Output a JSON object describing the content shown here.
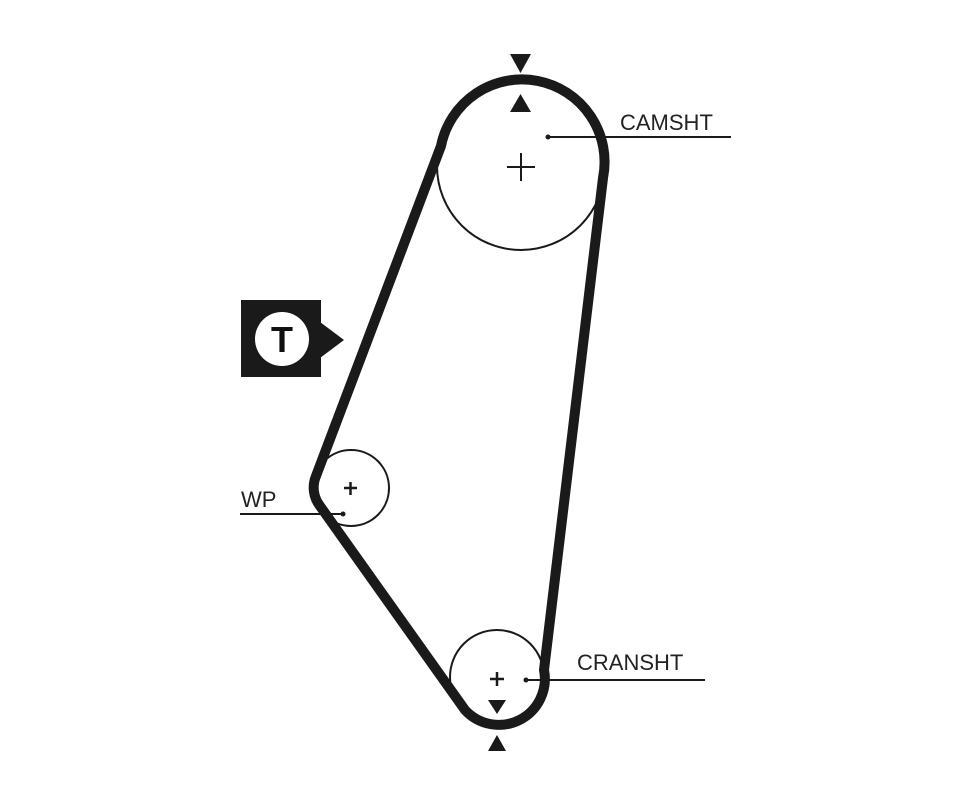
{
  "diagram": {
    "labels": {
      "camshaft": "CAMSHT",
      "water_pump": "WP",
      "crankshaft": "CRANSHT",
      "tensioner": "T"
    },
    "colors": {
      "belt": "#1a1a1a",
      "line": "#1a1a1a",
      "background": "#ffffff"
    }
  }
}
